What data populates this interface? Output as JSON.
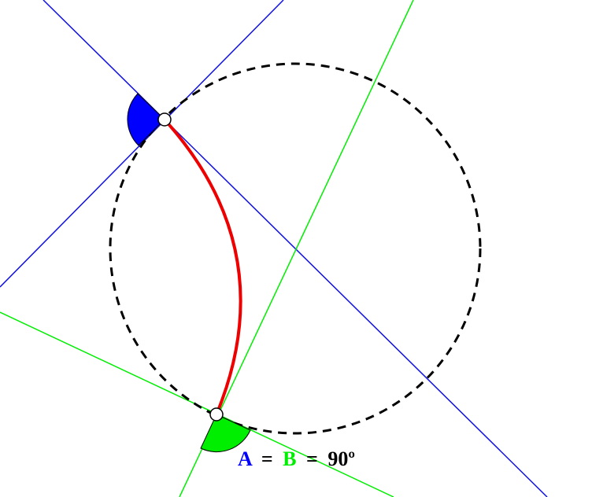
{
  "figure": {
    "background": "#ffffff",
    "colors": {
      "blue": "#1010e0",
      "green": "#00ee00",
      "red": "#ee0000",
      "circle": "#000000",
      "text": "#000000"
    }
  },
  "caption": {
    "angle_a": "A",
    "equals_1": "=",
    "angle_b": "B",
    "equals_2": "=",
    "value": "90º"
  }
}
